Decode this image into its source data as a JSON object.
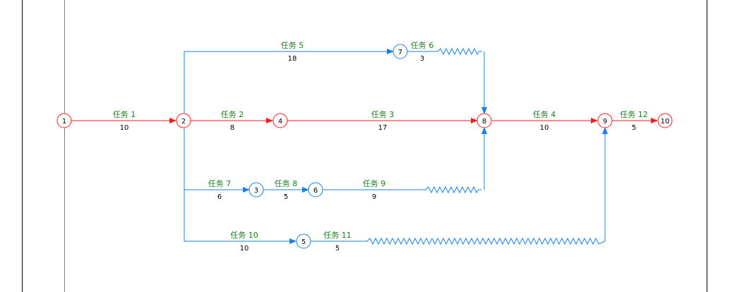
{
  "colors": {
    "critical": "#ff1a1a",
    "normal": "#1a80e6",
    "task_text": "#1b7d1b",
    "duration_text": "#000000",
    "border": "#000000",
    "timeline": "#808080"
  },
  "nodes": [
    {
      "id": "1",
      "critical": true
    },
    {
      "id": "2",
      "critical": true
    },
    {
      "id": "3",
      "critical": false
    },
    {
      "id": "4",
      "critical": true
    },
    {
      "id": "5",
      "critical": false
    },
    {
      "id": "6",
      "critical": false
    },
    {
      "id": "7",
      "critical": false
    },
    {
      "id": "8",
      "critical": true
    },
    {
      "id": "9",
      "critical": true
    },
    {
      "id": "10",
      "critical": true
    }
  ],
  "tasks": [
    {
      "name": "任务 1",
      "duration": "10",
      "from": "1",
      "to": "2",
      "critical": true
    },
    {
      "name": "任务 2",
      "duration": "8",
      "from": "2",
      "to": "4",
      "critical": true
    },
    {
      "name": "任务 3",
      "duration": "17",
      "from": "4",
      "to": "8",
      "critical": true
    },
    {
      "name": "任务 4",
      "duration": "10",
      "from": "8",
      "to": "9",
      "critical": true
    },
    {
      "name": "任务 12",
      "duration": "5",
      "from": "9",
      "to": "10",
      "critical": true
    },
    {
      "name": "任务 5",
      "duration": "18",
      "from": "2",
      "to": "7",
      "critical": false
    },
    {
      "name": "任务 6",
      "duration": "3",
      "from": "7",
      "to": "8",
      "critical": false
    },
    {
      "name": "任务 7",
      "duration": "6",
      "from": "2",
      "to": "3",
      "critical": false
    },
    {
      "name": "任务 8",
      "duration": "5",
      "from": "3",
      "to": "6",
      "critical": false
    },
    {
      "name": "任务 9",
      "duration": "9",
      "from": "6",
      "to": "8",
      "critical": false
    },
    {
      "name": "任务 10",
      "duration": "10",
      "from": "2",
      "to": "5",
      "critical": false
    },
    {
      "name": "任务 11",
      "duration": "5",
      "from": "5",
      "to": "9",
      "critical": false
    }
  ]
}
